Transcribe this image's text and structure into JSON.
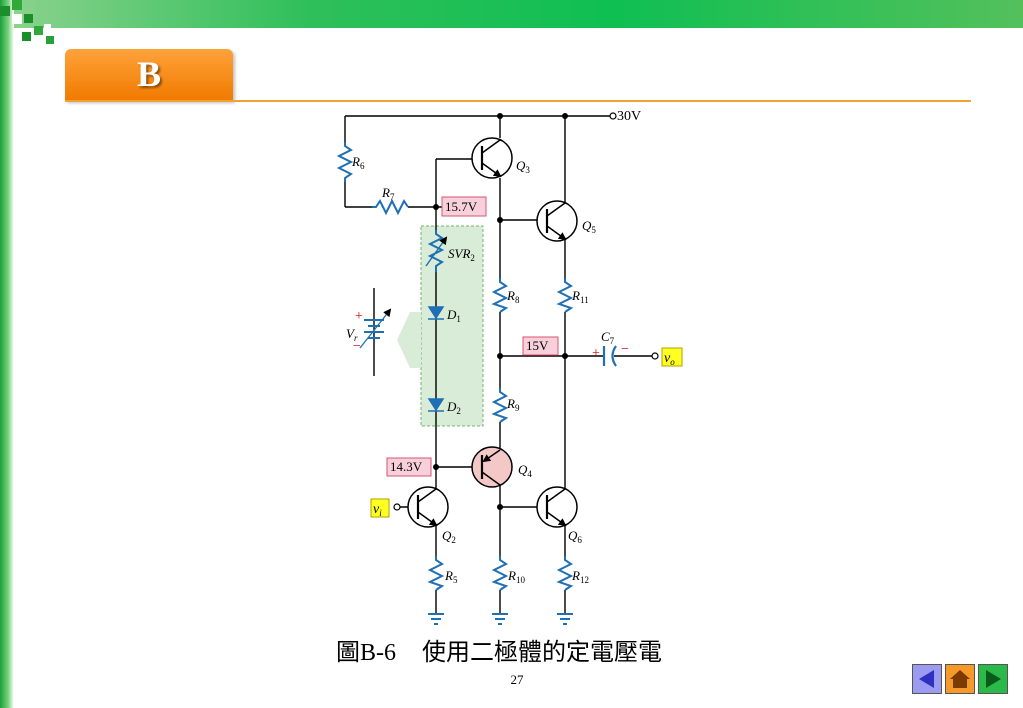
{
  "slide": {
    "section_letter": "B",
    "caption_figure": "圖B-6",
    "caption_text": "使用二極體的定電壓電",
    "page_number": "27"
  },
  "circuit": {
    "supply_label": "30V",
    "voltage_tags": {
      "v_q3_base": "15.7V",
      "v_output_node": "15V",
      "v_q4_base": "14.3V"
    },
    "io_labels": {
      "input": "v",
      "input_sub": "i",
      "output": "v",
      "output_sub": "o"
    },
    "vr_symbol": {
      "name": "V",
      "sub": "r",
      "plus": "+",
      "minus": "−"
    },
    "c7_polarity": {
      "plus": "+",
      "minus": "−"
    },
    "components": [
      {
        "id": "R6",
        "name": "R",
        "sub": "6"
      },
      {
        "id": "R7",
        "name": "R",
        "sub": "7"
      },
      {
        "id": "SVR2",
        "name": "SVR",
        "sub": "2"
      },
      {
        "id": "D1",
        "name": "D",
        "sub": "1"
      },
      {
        "id": "D2",
        "name": "D",
        "sub": "2"
      },
      {
        "id": "Q3",
        "name": "Q",
        "sub": "3"
      },
      {
        "id": "Q5",
        "name": "Q",
        "sub": "5"
      },
      {
        "id": "R8",
        "name": "R",
        "sub": "8"
      },
      {
        "id": "R11",
        "name": "R",
        "sub": "11"
      },
      {
        "id": "C7",
        "name": "C",
        "sub": "7"
      },
      {
        "id": "R9",
        "name": "R",
        "sub": "9"
      },
      {
        "id": "Q4",
        "name": "Q",
        "sub": "4"
      },
      {
        "id": "Q2",
        "name": "Q",
        "sub": "2"
      },
      {
        "id": "Q6",
        "name": "Q",
        "sub": "6"
      },
      {
        "id": "R5",
        "name": "R",
        "sub": "5"
      },
      {
        "id": "R10",
        "name": "R",
        "sub": "10"
      },
      {
        "id": "R12",
        "name": "R",
        "sub": "12"
      }
    ]
  },
  "colors": {
    "wire": "#000000",
    "resistor": "#1f6fb5",
    "voltage_tag_bg": "#f8d0dc",
    "voltage_tag_border": "#d9546e",
    "io_tag_bg": "#ffff22",
    "highlight_box": "#d8ecd8",
    "q4_fill": "#f5c8c8",
    "accent_orange": "#f07a00",
    "rule": "#f2a231"
  },
  "navigation": {
    "prev_icon": "left-arrow-icon",
    "home_icon": "home-icon",
    "next_icon": "right-arrow-icon"
  }
}
